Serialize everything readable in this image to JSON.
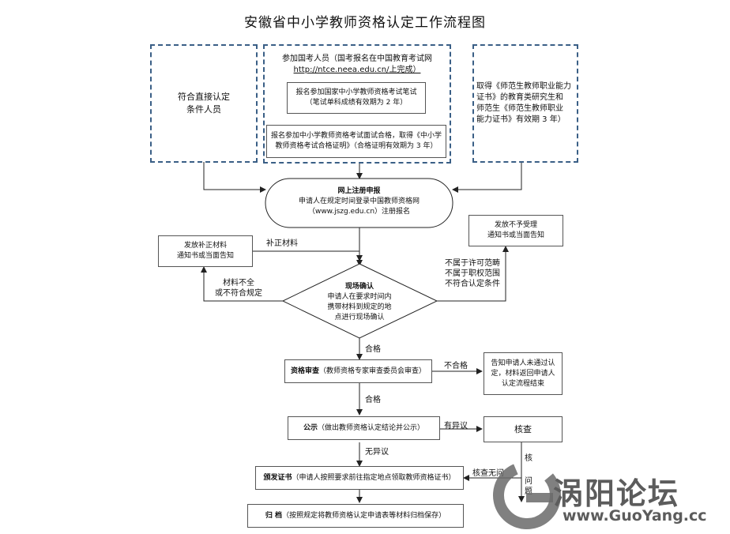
{
  "title": "安徽省中小学教师资格认定工作流程图",
  "left_box": {
    "line1": "符合直接认定",
    "line2": "条件人员"
  },
  "center_box": {
    "intro_line1": "参加国考人员（国考报名在中国教育考试网",
    "intro_line2": "http://ntce.neea.edu.cn/上完成）",
    "written_line1": "报名参加国家中小学教师资格考试笔试",
    "written_line2": "（笔试单科成绩有效期为 2 年）",
    "interview_line1": "报名参加中小学教师资格考试面试合格，取得《中小学",
    "interview_line2": "教师资格考试合格证明》（合格证明有效期为 3 年）"
  },
  "right_box": {
    "line1": "取得《师范生教师职业能力",
    "line2": "证书》的教育类研究生和",
    "line3": "师范生《师范生教师职业",
    "line4": "能力证书》有效期 3 年）"
  },
  "online": {
    "title": "网上注册申报",
    "line1": "申请人在规定时间登录中国教师资格网",
    "line2": "（www.jszg.edu.cn）注册报名"
  },
  "supplement_box": {
    "line1": "发放补正材料",
    "line2": "通知书或当面告知"
  },
  "supplement_label": "补正材料",
  "incomplete_label": {
    "line1": "材料不全",
    "line2": "或不符合规定"
  },
  "reject_box": {
    "line1": "发放不予受理",
    "line2": "通知书或当面告知"
  },
  "reject_label": {
    "line1": "不属于许可范畴",
    "line2": "不属于职权范围",
    "line3": "不符合认定条件"
  },
  "onsite": {
    "title": "现场确认",
    "line1": "申请人在要求时间内",
    "line2": "携带材料到规定的地",
    "line3": "点进行现场确认"
  },
  "pass_label_1": "合格",
  "review": {
    "bold": "资格审查",
    "rest": "（教师资格专家审查委员会审查）"
  },
  "fail_label": "不合格",
  "notify_box": {
    "line1": "告知申请人未通过认",
    "line2": "定，材料返回申请人",
    "line3": "认定流程结束"
  },
  "pass_label_2": "合格",
  "publicity": {
    "bold": "公示",
    "rest": "（做出教师资格认定结论并公示）"
  },
  "objection_label": "有异议",
  "verify_box": "核查",
  "no_objection_label": "无异议",
  "certificate": {
    "bold": "颁发证书",
    "rest": "（申请人按照要求前往指定地点领取教师资格证书）"
  },
  "verify_ok_label": "核查无问",
  "archive": {
    "bold": "归 档",
    "rest": "（按照规定将教师资格认定申请表等材料归档保存）"
  },
  "side_fragment_1": "核",
  "side_fragment_2": "问",
  "side_fragment_3": "题",
  "watermark": {
    "cn": "涡阳论坛",
    "en": "www.GuoYang.cc"
  },
  "colors": {
    "dash_border": "#3a5f86",
    "line": "#222222",
    "watermark": "#6a6a6a"
  }
}
